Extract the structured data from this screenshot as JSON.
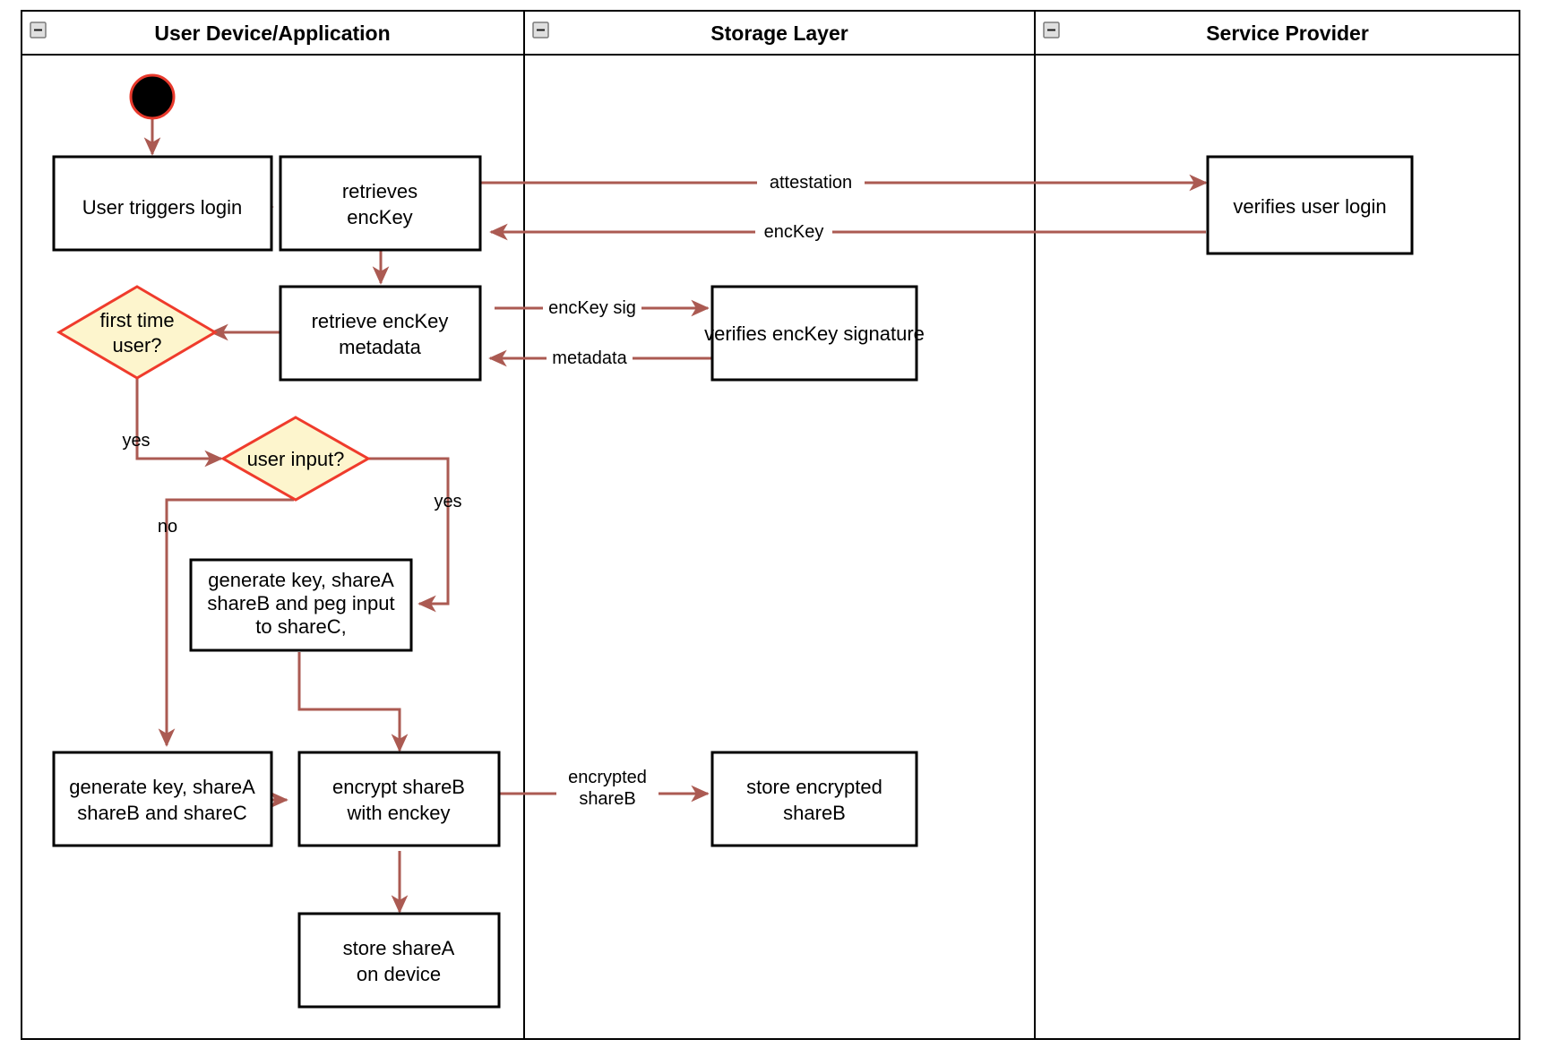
{
  "diagram": {
    "type": "uml-activity-swimlane",
    "title": "Login / key-share provisioning activity diagram",
    "colors": {
      "flow_arrow": "#ab5a52",
      "decision_fill": "#fdf5cd",
      "decision_stroke": "#ef3b2c",
      "node_fill": "#ffffff",
      "node_stroke": "#000000",
      "lane_stroke": "#000000",
      "start_fill": "#000000",
      "start_stroke": "#e8392c"
    },
    "lanes": [
      {
        "id": "lane-user-device",
        "label": "User Device/Application",
        "collapse_icon": "minus-square-icon"
      },
      {
        "id": "lane-storage",
        "label": "Storage Layer",
        "collapse_icon": "minus-square-icon"
      },
      {
        "id": "lane-service",
        "label": "Service Provider",
        "collapse_icon": "minus-square-icon"
      }
    ],
    "nodes": [
      {
        "id": "start",
        "kind": "initial",
        "lane": "lane-user-device",
        "label": ""
      },
      {
        "id": "user-triggers-login",
        "kind": "action",
        "lane": "lane-user-device",
        "label": [
          "User triggers login"
        ]
      },
      {
        "id": "retrieves-enckey",
        "kind": "action",
        "lane": "lane-user-device",
        "label": [
          "retrieves",
          "encKey"
        ]
      },
      {
        "id": "verifies-user-login",
        "kind": "action",
        "lane": "lane-service",
        "label": [
          "verifies user login"
        ]
      },
      {
        "id": "retrieve-enckey-metadata",
        "kind": "action",
        "lane": "lane-user-device",
        "label": [
          "retrieve encKey",
          "metadata"
        ]
      },
      {
        "id": "verifies-enckey-signature",
        "kind": "action",
        "lane": "lane-storage",
        "label": [
          "verifies encKey signature"
        ]
      },
      {
        "id": "first-time-user",
        "kind": "decision",
        "lane": "lane-user-device",
        "label": [
          "first time",
          "user?"
        ]
      },
      {
        "id": "user-input",
        "kind": "decision",
        "lane": "lane-user-device",
        "label": [
          "user input?"
        ]
      },
      {
        "id": "generate-key-peg",
        "kind": "action",
        "lane": "lane-user-device",
        "label": [
          "generate key, shareA",
          "shareB and peg input",
          "to shareC,"
        ]
      },
      {
        "id": "generate-key-sharec",
        "kind": "action",
        "lane": "lane-user-device",
        "label": [
          "generate key, shareA",
          "shareB and shareC"
        ]
      },
      {
        "id": "encrypt-shareb",
        "kind": "action",
        "lane": "lane-user-device",
        "label": [
          "encrypt shareB",
          "with enckey"
        ]
      },
      {
        "id": "store-encrypted-shareb",
        "kind": "action",
        "lane": "lane-storage",
        "label": [
          "store encrypted",
          "shareB"
        ]
      },
      {
        "id": "store-sharea",
        "kind": "action",
        "lane": "lane-user-device",
        "label": [
          "store shareA",
          "on device"
        ]
      }
    ],
    "edge_labels": {
      "attestation": "attestation",
      "enckey": "encKey",
      "enckey_sig": "encKey sig",
      "metadata": "metadata",
      "encrypted_shareb_line1": "encrypted",
      "encrypted_shareb_line2": "shareB",
      "yes_first_time": "yes",
      "yes_user_input": "yes",
      "no_user_input": "no"
    }
  }
}
